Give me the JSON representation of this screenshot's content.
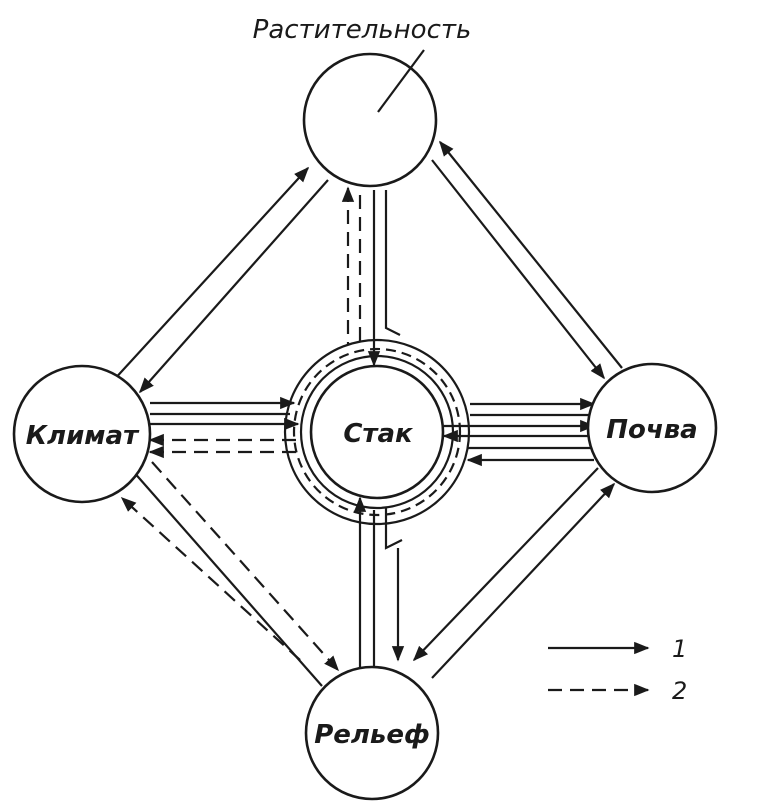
{
  "nodes": {
    "vegetation": "Растительность",
    "climate": "Климат",
    "runoff": "Стак",
    "soil": "Почва",
    "relief": "Рельеф"
  },
  "legend": {
    "solid": "1",
    "dashed": "2"
  },
  "colors": {
    "ink": "#1a1a1a",
    "background": "#ffffff"
  }
}
